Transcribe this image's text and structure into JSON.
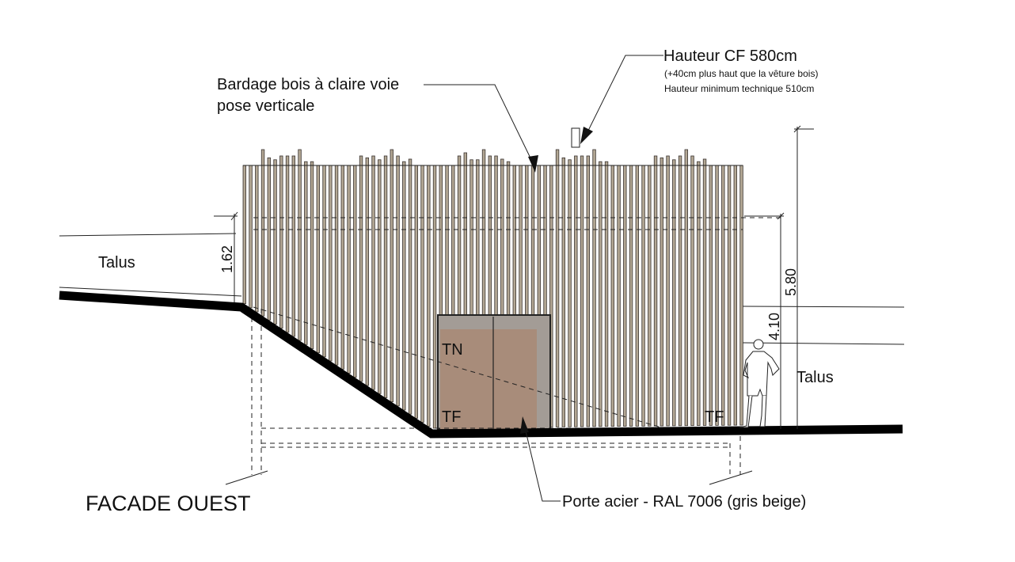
{
  "title": "FACADE OUEST",
  "labels": {
    "cladding_line1": "Bardage bois à claire voie",
    "cladding_line2": "pose verticale",
    "height_title": "Hauteur CF 580cm",
    "height_note1": "(+40cm plus haut que la vêture bois)",
    "height_note2": "Hauteur minimum technique 510cm",
    "talus_left": "Talus",
    "talus_right": "Talus",
    "tn": "TN",
    "tf_door": "TF",
    "tf_right": "TF",
    "door": "Porte acier - RAL 7006 (gris beige)"
  },
  "dimensions": {
    "left_slope": "1.62",
    "total_height": "5.80",
    "talus_height": "4.10"
  },
  "colors": {
    "slat_fill": "#b3a794",
    "slat_stroke": "#3a3430",
    "door_frame": "#a39c96",
    "door_panel": "#a88c7a",
    "ground": "#000000"
  }
}
